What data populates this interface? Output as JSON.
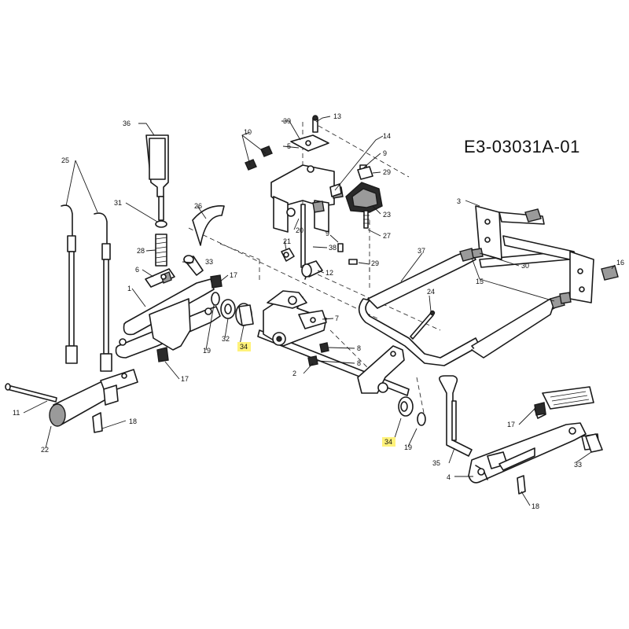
{
  "diagram": {
    "code": "E3-03031A-01",
    "highlight_color": "#fff27a",
    "callouts": {
      "c1": "1",
      "c2": "2",
      "c3": "3",
      "c4": "4",
      "c5": "5",
      "c6": "6",
      "c7": "7",
      "c8a": "8",
      "c8b": "8",
      "c9a": "9",
      "c9b": "9",
      "c10": "10",
      "c11": "11",
      "c12": "12",
      "c13": "13",
      "c14": "14",
      "c15": "15",
      "c16": "16",
      "c17a": "17",
      "c17b": "17",
      "c17c": "17",
      "c18a": "18",
      "c18b": "18",
      "c19a": "19",
      "c19b": "19",
      "c20": "20",
      "c21": "21",
      "c22": "22",
      "c23": "23",
      "c24": "24",
      "c25": "25",
      "c26": "26",
      "c27": "27",
      "c28": "28",
      "c29a": "29",
      "c29b": "29",
      "c30": "30",
      "c31": "31",
      "c32": "32",
      "c33a": "33",
      "c33b": "33",
      "c34a": "34",
      "c34b": "34",
      "c35": "35",
      "c36": "36",
      "c37": "37",
      "c38": "38",
      "c39": "39"
    }
  }
}
